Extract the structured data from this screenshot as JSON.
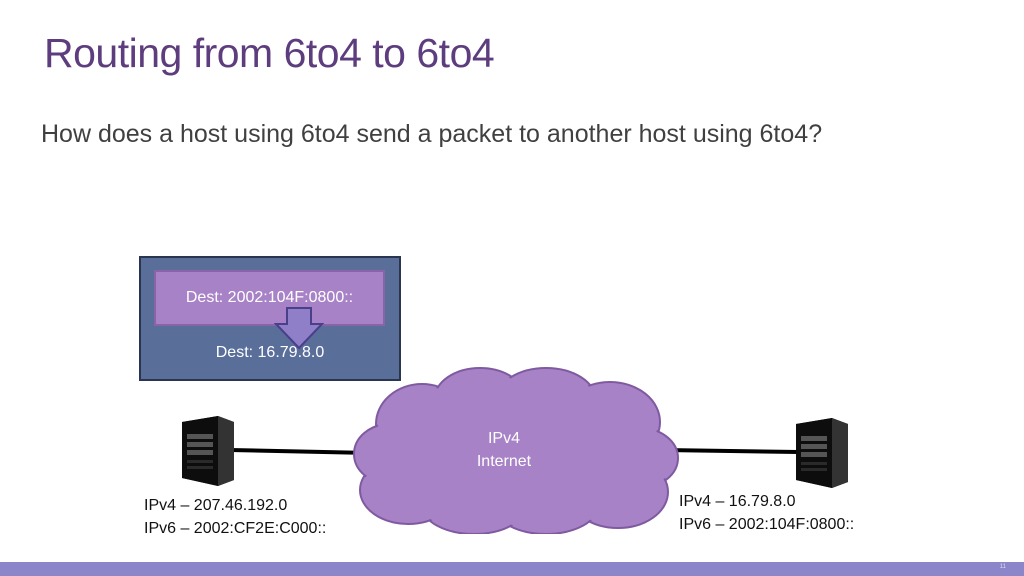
{
  "slide": {
    "title": "Routing from 6to4 to 6to4",
    "subtitle": "How does a host using 6to4 send a packet to another host using 6to4?",
    "slide_number": "11"
  },
  "packet": {
    "ipv6_dest": "Dest: 2002:104F:0800::",
    "ipv4_dest": "Dest: 16.79.8.0"
  },
  "cloud": {
    "line1": "IPv4",
    "line2": "Internet"
  },
  "left_host": {
    "ipv4": "IPv4 – 207.46.192.0",
    "ipv6": "IPv6 – 2002:CF2E:C000::"
  },
  "right_host": {
    "ipv4": "IPv4 – 16.79.8.0",
    "ipv6": "IPv6 – 2002:104F:0800::"
  },
  "colors": {
    "title": "#5e3d7e",
    "packet_box": "#5a6e9a",
    "ipv6_header": "#a882c6",
    "cloud": "#a882c6",
    "footer_bar": "#8b85c9"
  },
  "icons": [
    "server-icon",
    "down-arrow-icon",
    "cloud-icon"
  ]
}
